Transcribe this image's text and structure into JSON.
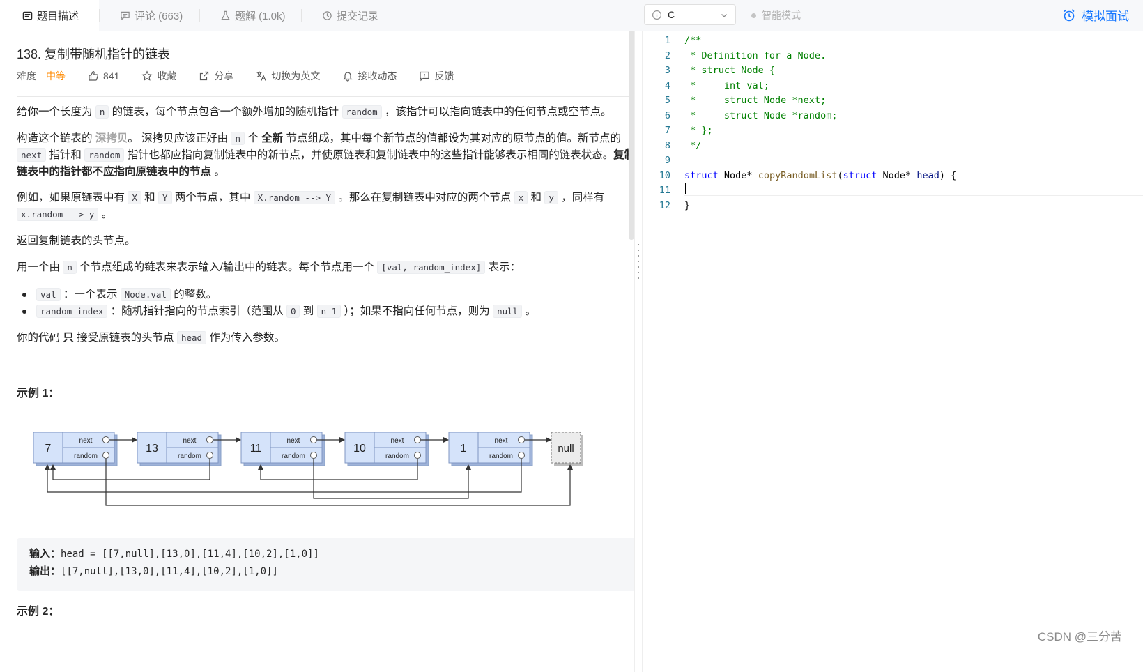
{
  "tabs": [
    {
      "label": "题目描述",
      "icon": "document-icon",
      "active": true
    },
    {
      "label": "评论 (663)",
      "icon": "comment-icon",
      "active": false
    },
    {
      "label": "题解 (1.0k)",
      "icon": "flask-icon",
      "active": false
    },
    {
      "label": "提交记录",
      "icon": "history-icon",
      "active": false
    }
  ],
  "problem": {
    "title": "138. 复制带随机指针的链表",
    "difficulty_label": "难度",
    "difficulty_value": "中等",
    "likes": "841",
    "actions": {
      "favorite": "收藏",
      "share": "分享",
      "switch_lang": "切换为英文",
      "notifications": "接收动态",
      "feedback": "反馈"
    }
  },
  "description": {
    "p1": {
      "a": "给你一个长度为",
      "code1": "n",
      "b": "的链表，每个节点包含一个额外增加的随机指针",
      "code2": "random",
      "c": "，该指针可以指向链表中的任何节点或空节点。"
    },
    "p2": {
      "a": "构造这个链表的",
      "deep_copy": "深拷贝",
      "b": "。 深拷贝应该正好由",
      "code1": "n",
      "c": "个",
      "all_new": "全新",
      "d": "节点组成，其中每个新节点的值都设为其对应的原节点的值。新节点的",
      "code2": "next",
      "e": "指针和",
      "code3": "random",
      "f": "指针也都应指向复制链表中的新节点，并使原链表和复制链表中的这些指针能够表示相同的链表状态。",
      "bold_end": "复制链表中的指针都不应指向原链表中的节点",
      "g": "。"
    },
    "p3": {
      "a": "例如，如果原链表中有",
      "code1": "X",
      "b": "和",
      "code2": "Y",
      "c": "两个节点，其中",
      "code3": "X.random --> Y",
      "d": "。那么在复制链表中对应的两个节点",
      "code4": "x",
      "e": "和",
      "code5": "y",
      "f": "，同样有",
      "code6": "x.random --> y",
      "g": "。"
    },
    "p4": "返回复制链表的头节点。",
    "p5": {
      "a": "用一个由",
      "code1": "n",
      "b": "个节点组成的链表来表示输入/输出中的链表。每个节点用一个",
      "code2": "[val, random_index]",
      "c": "表示："
    },
    "bullet1": {
      "code1": "val",
      "a": "：一个表示",
      "code2": "Node.val",
      "b": "的整数。"
    },
    "bullet2": {
      "code1": "random_index",
      "a": "：随机指针指向的节点索引（范围从",
      "code2": "0",
      "b": "到",
      "code3": "n-1",
      "c": "）；如果不指向任何节点，则为",
      "code4": "null",
      "d": "。"
    },
    "p6": {
      "a": "你的代码",
      "bold": "只",
      "b": "接受原链表的头节点",
      "code1": "head",
      "c": "作为传入参数。"
    }
  },
  "example1": {
    "heading": "示例 1：",
    "input_label": "输入：",
    "input_value": "head = [[7,null],[13,0],[11,4],[10,2],[1,0]]",
    "output_label": "输出：",
    "output_value": "[[7,null],[13,0],[11,4],[10,2],[1,0]]"
  },
  "example2": {
    "heading": "示例 2："
  },
  "diagram": {
    "nodes": [
      "7",
      "13",
      "11",
      "10",
      "1"
    ],
    "next_label": "next",
    "random_label": "random",
    "null_label": "null",
    "random_targets": [
      null,
      0,
      4,
      2,
      0
    ]
  },
  "editor": {
    "language": "C",
    "smart_mode": "智能模式",
    "mock_interview": "模拟面试",
    "code_lines": [
      {
        "n": "1",
        "t": "/**"
      },
      {
        "n": "2",
        "t": " * Definition for a Node."
      },
      {
        "n": "3",
        "t": " * struct Node {"
      },
      {
        "n": "4",
        "t": " *     int val;"
      },
      {
        "n": "5",
        "t": " *     struct Node *next;"
      },
      {
        "n": "6",
        "t": " *     struct Node *random;"
      },
      {
        "n": "7",
        "t": " * };"
      },
      {
        "n": "8",
        "t": " */"
      },
      {
        "n": "9",
        "t": ""
      },
      {
        "n": "10",
        "t": "struct Node* copyRandomList(struct Node* head) {"
      },
      {
        "n": "11",
        "t": ""
      },
      {
        "n": "12",
        "t": "}"
      }
    ]
  },
  "watermark": "CSDN @三分苦",
  "colors": {
    "accent": "#1677ff",
    "difficulty_medium": "#ff8a00",
    "code_comment": "#008000",
    "code_keyword": "#0000ff"
  }
}
